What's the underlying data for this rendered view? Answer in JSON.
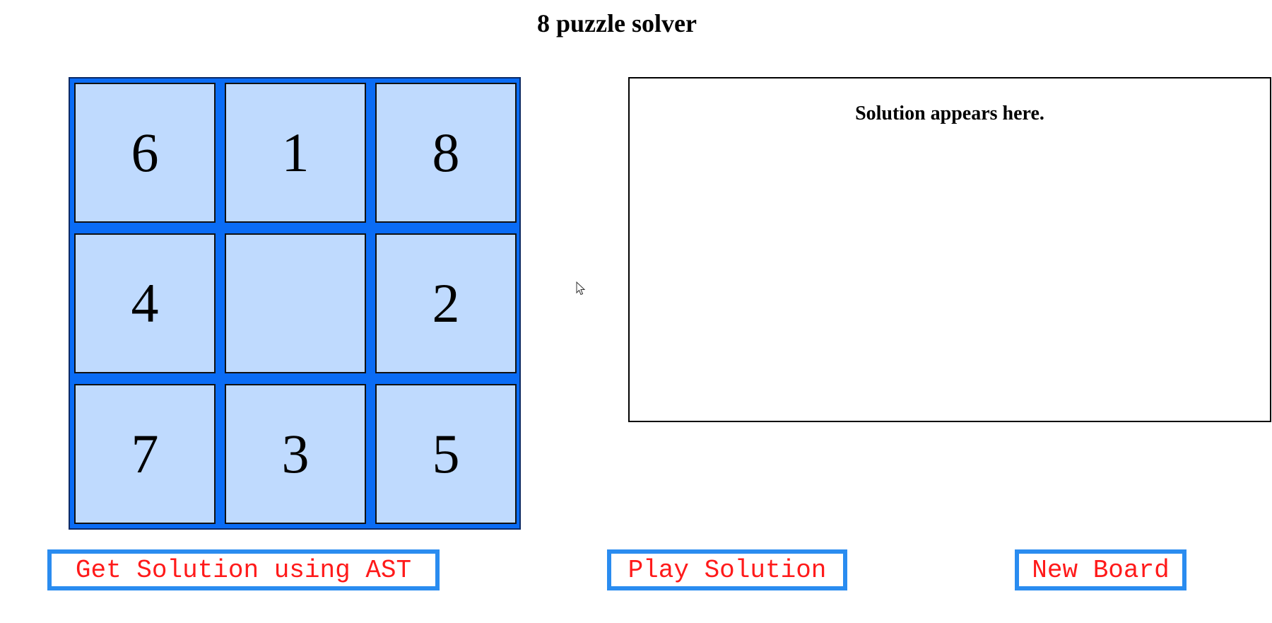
{
  "title": "8 puzzle solver",
  "board": {
    "tiles": [
      "6",
      "1",
      "8",
      "4",
      "",
      "2",
      "7",
      "3",
      "5"
    ]
  },
  "solution": {
    "placeholder": "Solution appears here."
  },
  "buttons": {
    "get_solution": "Get Solution using AST",
    "play_solution": "Play Solution",
    "new_board": "New Board"
  },
  "colors": {
    "board_frame": "#0a6cf5",
    "tile_fill": "#bfdafe",
    "button_border": "#2a8cf0",
    "button_text": "#ff1a1a"
  },
  "icons": {
    "cursor": "mouse-pointer-icon"
  }
}
